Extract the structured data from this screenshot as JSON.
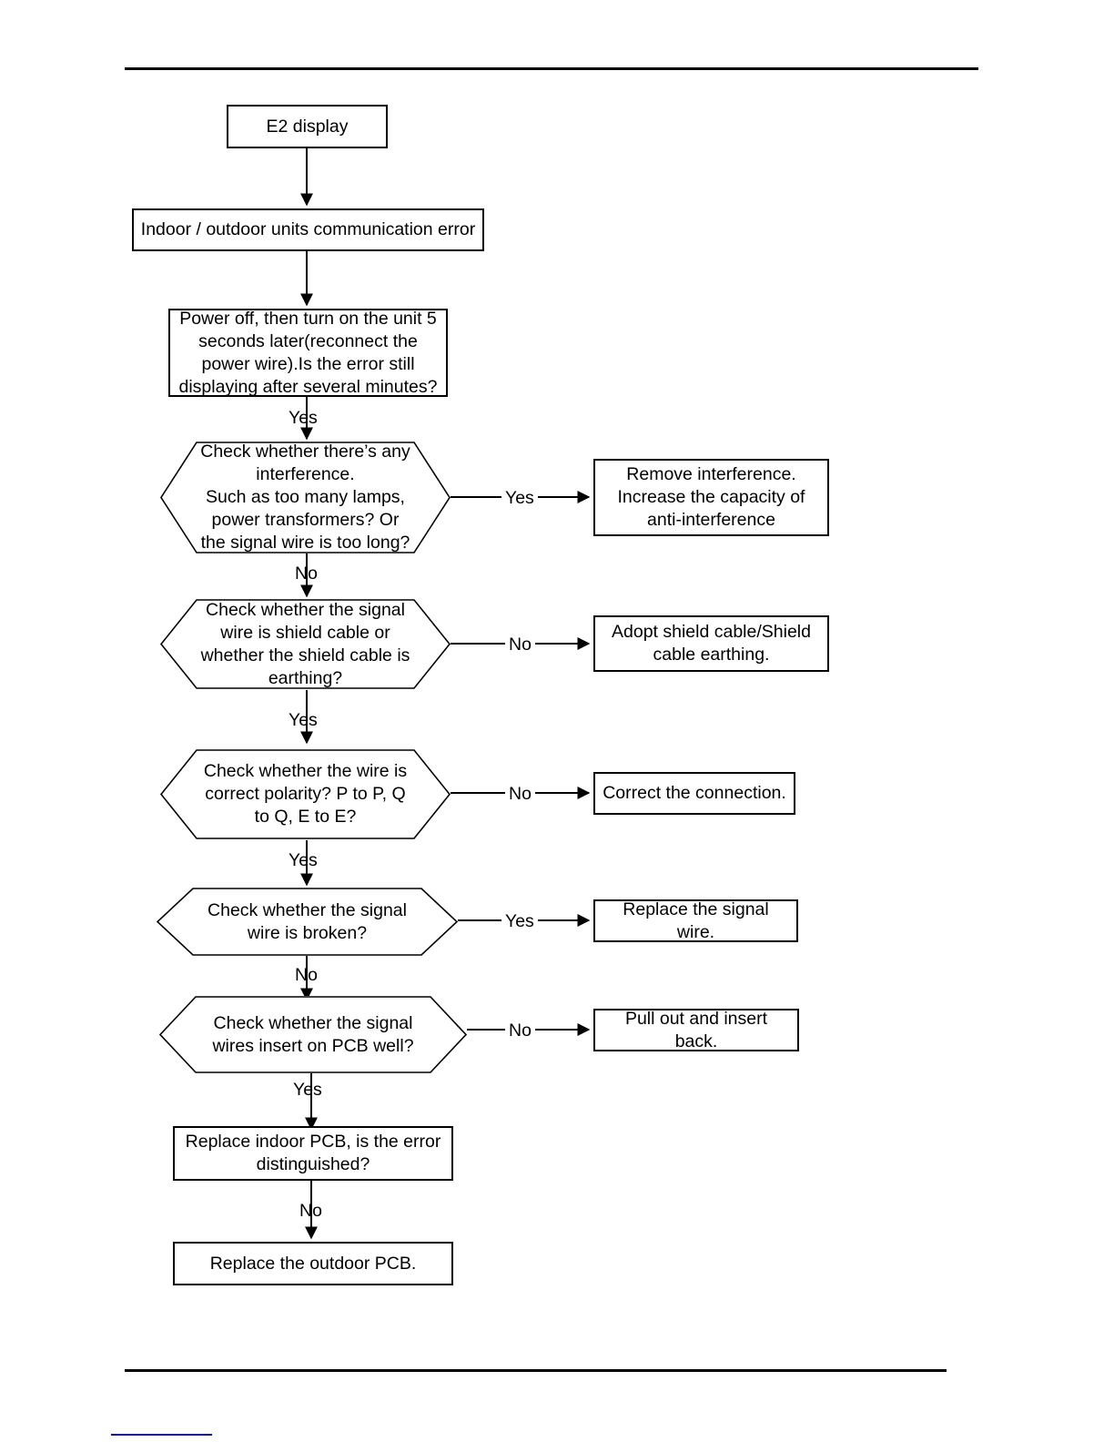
{
  "page": {
    "header_rule": true,
    "footer_rule": true,
    "footer_accent_color": "#14137a"
  },
  "chart_data": {
    "type": "flowchart",
    "title": "E2 display — Indoor / outdoor units communication error troubleshooting",
    "nodes": [
      {
        "id": "n1",
        "shape": "rect",
        "text": "E2 display"
      },
      {
        "id": "n2",
        "shape": "rect",
        "text": "Indoor / outdoor units communication error"
      },
      {
        "id": "n3",
        "shape": "rect",
        "text": "Power off, then turn on the unit 5 seconds later(reconnect the power wire).Is the error still displaying after several minutes?"
      },
      {
        "id": "n4",
        "shape": "hexagon",
        "text": "Check whether there’s any interference.\nSuch as too many lamps, power transformers? Or the signal wire is too long?"
      },
      {
        "id": "a1",
        "shape": "rect",
        "text": "Remove interference. Increase the capacity of anti-interference"
      },
      {
        "id": "n5",
        "shape": "hexagon",
        "text": "Check whether the signal wire is shield cable or whether the shield cable is earthing?"
      },
      {
        "id": "a2",
        "shape": "rect",
        "text": "Adopt shield cable/Shield cable earthing."
      },
      {
        "id": "n6",
        "shape": "hexagon",
        "text": "Check whether the wire is correct polarity? P to P, Q to Q, E to E?"
      },
      {
        "id": "a3",
        "shape": "rect",
        "text": "Correct the connection."
      },
      {
        "id": "n7",
        "shape": "hexagon",
        "text": "Check whether the signal wire is broken?"
      },
      {
        "id": "a4",
        "shape": "rect",
        "text": "Replace the signal wire."
      },
      {
        "id": "n8",
        "shape": "hexagon",
        "text": "Check whether the signal wires insert on PCB well?"
      },
      {
        "id": "a5",
        "shape": "rect",
        "text": "Pull out and insert back."
      },
      {
        "id": "n9",
        "shape": "rect",
        "text": "Replace indoor PCB, is the error distinguished?"
      },
      {
        "id": "n10",
        "shape": "rect",
        "text": "Replace the outdoor PCB."
      }
    ],
    "edges": [
      {
        "from": "n1",
        "to": "n2",
        "label": ""
      },
      {
        "from": "n2",
        "to": "n3",
        "label": ""
      },
      {
        "from": "n3",
        "to": "n4",
        "label": "Yes"
      },
      {
        "from": "n4",
        "to": "a1",
        "label": "Yes"
      },
      {
        "from": "n4",
        "to": "n5",
        "label": "No"
      },
      {
        "from": "n5",
        "to": "a2",
        "label": "No"
      },
      {
        "from": "n5",
        "to": "n6",
        "label": "Yes"
      },
      {
        "from": "n6",
        "to": "a3",
        "label": "No"
      },
      {
        "from": "n6",
        "to": "n7",
        "label": "Yes"
      },
      {
        "from": "n7",
        "to": "a4",
        "label": "Yes"
      },
      {
        "from": "n7",
        "to": "n8",
        "label": "No"
      },
      {
        "from": "n8",
        "to": "a5",
        "label": "No"
      },
      {
        "from": "n8",
        "to": "n9",
        "label": "Yes"
      },
      {
        "from": "n9",
        "to": "n10",
        "label": "No"
      }
    ]
  },
  "flow": {
    "n1": {
      "text": "E2 display"
    },
    "n2": {
      "text": "Indoor / outdoor units communication error"
    },
    "n3": {
      "text": "Power off, then turn on the unit 5 seconds later(reconnect the power wire).Is the error still displaying after several minutes?"
    },
    "n4": {
      "line1": "Check whether there’s any interference.",
      "line2": "Such as too many lamps, power transformers? Or the signal wire is too long?"
    },
    "a1": {
      "text": "Remove interference. Increase the capacity of anti-interference"
    },
    "n5": {
      "text": "Check whether the signal wire is shield cable or whether the shield cable is earthing?"
    },
    "a2": {
      "text": "Adopt shield cable/Shield cable earthing."
    },
    "n6": {
      "text": "Check whether the wire is correct polarity? P to P, Q to Q, E to E?"
    },
    "a3": {
      "text": "Correct the connection."
    },
    "n7": {
      "text": "Check whether the signal wire is broken?"
    },
    "a4": {
      "text": "Replace the signal wire."
    },
    "n8": {
      "text": "Check whether the signal wires insert on PCB well?"
    },
    "a5": {
      "text": "Pull out and insert back."
    },
    "n9": {
      "text": "Replace indoor PCB, is the error distinguished?"
    },
    "n10": {
      "text": "Replace the outdoor PCB."
    }
  },
  "labels": {
    "e_n3_n4": "Yes",
    "e_n4_a1": "Yes",
    "e_n4_n5": "No",
    "e_n5_a2": "No",
    "e_n5_n6": "Yes",
    "e_n6_a3": "No",
    "e_n6_n7": "Yes",
    "e_n7_a4": "Yes",
    "e_n7_n8": "No",
    "e_n8_a5": "No",
    "e_n8_n9": "Yes",
    "e_n9_n10": "No"
  }
}
